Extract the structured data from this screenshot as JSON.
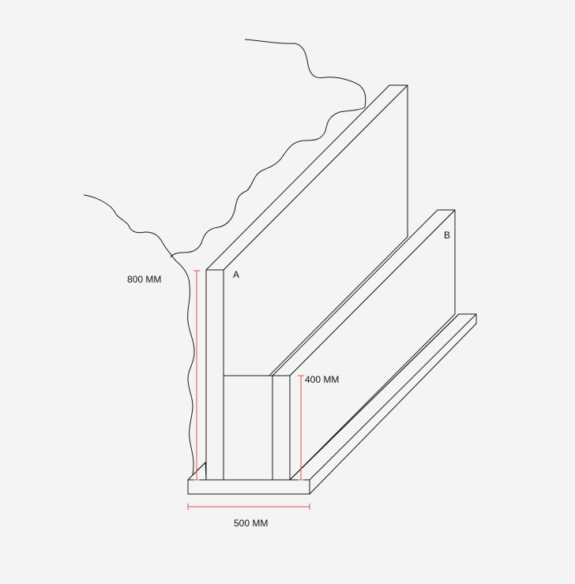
{
  "labels": {
    "point_a": "A",
    "point_b": "B",
    "height_large": "800 MM",
    "height_small": "400 MM",
    "width_base": "500 MM"
  },
  "colors": {
    "line": "#1a1a1a",
    "dimension": "#d9534f",
    "background": "#f4f4f4"
  }
}
